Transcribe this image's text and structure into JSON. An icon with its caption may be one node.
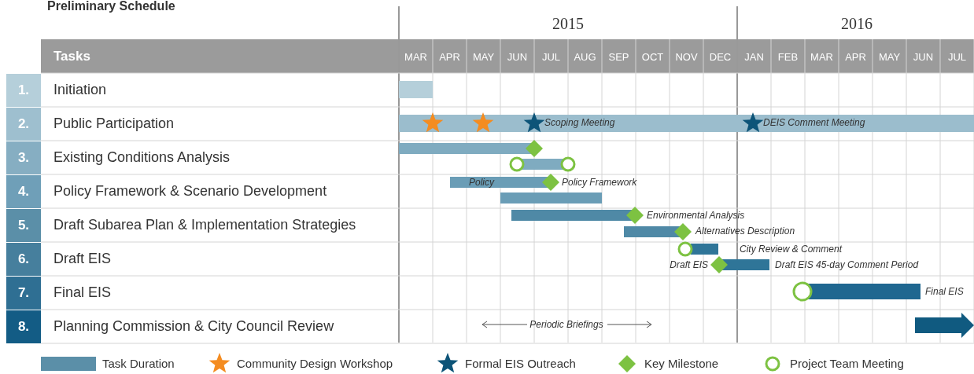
{
  "diagram": {
    "title": "Preliminary Schedule",
    "labels": [
      "2015",
      "2016",
      "Tasks",
      "MAR",
      "APR",
      "MAY",
      "JUN",
      "JUL",
      "AUG",
      "SEP",
      "OCT",
      "NOV",
      "DEC",
      "JAN",
      "FEB",
      "MAR",
      "APR",
      "MAY",
      "JUN",
      "JUL",
      "1.",
      "Initiation",
      "2.",
      "Public Participation",
      "Scoping Meeting",
      "DEIS Comment Meeting",
      "3.",
      "Existing Conditions Analysis",
      "4.",
      "Policy Framework & Scenario Development",
      "Policy",
      "Policy Framework",
      "5.",
      "Draft Subarea Plan & Implementation Strategies",
      "Environmental Analysis",
      "Alternatives Description",
      "6.",
      "Draft EIS",
      "City Review & Comment",
      "Draft EIS",
      "Draft EIS 45-day Comment Period",
      "7.",
      "Final EIS",
      "Final EIS",
      "8.",
      "Planning Commission & City Council Review",
      "Periodic Briefings"
    ],
    "legend": [
      {
        "text": "Task Duration",
        "color": "#5b8fa8"
      },
      {
        "text": "Community Design Workshop"
      },
      {
        "text": "Formal EIS Outreach"
      },
      {
        "text": "Key Milestone"
      },
      {
        "text": "Project Team Meeting"
      }
    ]
  }
}
